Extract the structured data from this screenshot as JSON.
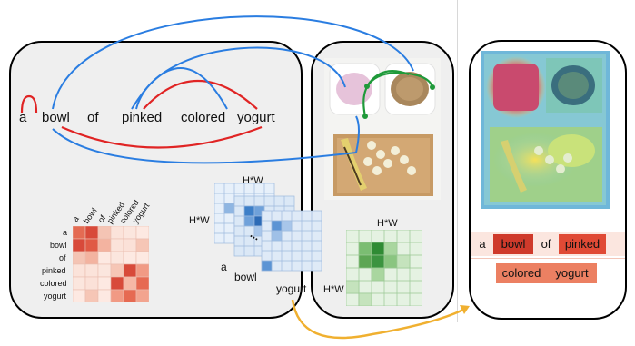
{
  "sentence": {
    "words": [
      "a",
      "bowl",
      "of",
      "pinked",
      "colored",
      "yogurt"
    ]
  },
  "matrix": {
    "col_labels": [
      "a",
      "bowl",
      "of",
      "pinked",
      "colored",
      "yogurt"
    ],
    "row_labels": [
      "a",
      "bowl",
      "of",
      "pinked",
      "colored",
      "yogurt"
    ]
  },
  "attention_maps": {
    "dim_label": "H*W",
    "tokens": [
      "a",
      "bowl",
      "yogurt"
    ],
    "ellipsis": "..."
  },
  "output": {
    "row1": [
      "a",
      "bowl",
      "of",
      "pinked"
    ],
    "row2": [
      "colored",
      "yogurt"
    ]
  },
  "colors": {
    "dependency_arc": "#e02424",
    "cross_modal_arc": "#2a7de1",
    "visual_arc": "#1f9a3a",
    "flow_arrow": "#f0b030"
  }
}
